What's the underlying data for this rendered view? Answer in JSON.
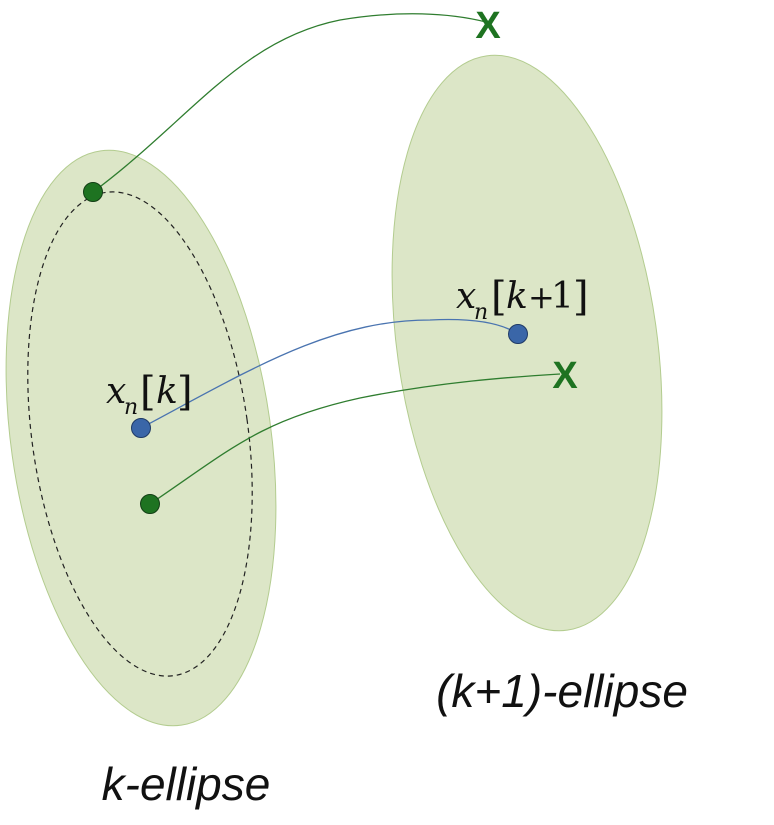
{
  "colors": {
    "ellipse_fill": "#dce6c7",
    "ellipse_stroke": "#b3cc8f",
    "green": "#1e7321",
    "green_line": "#2f7d2f",
    "blue_point": "#3a66a8",
    "blue_line": "#4a74b0"
  },
  "labels": {
    "k_ellipse": "k-ellipse",
    "k1_ellipse": "(k+1)-ellipse",
    "x_mark_top": "X",
    "x_mark_mid": "X"
  },
  "math": {
    "xk": {
      "base": "x",
      "sub": "n",
      "open": "[",
      "k": "k",
      "close": "]"
    },
    "xk1": {
      "base": "x",
      "sub": "n",
      "open": "[",
      "k": "k",
      "plus": "+",
      "one": "1",
      "close": "]"
    }
  }
}
